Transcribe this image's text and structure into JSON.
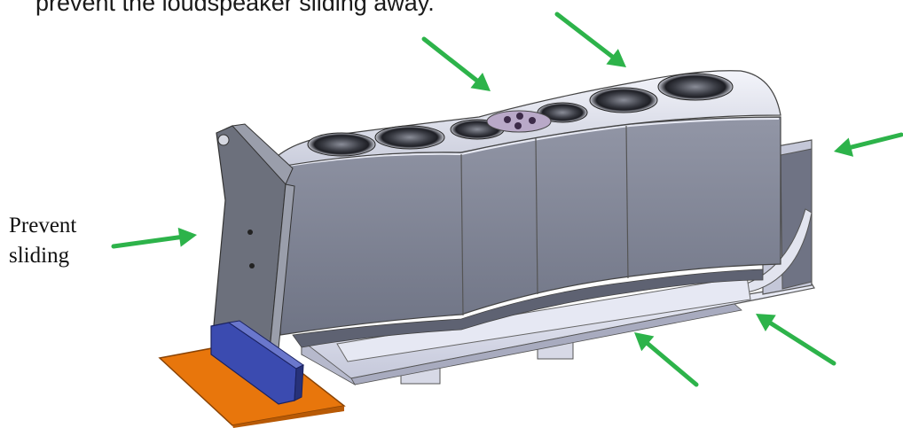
{
  "caption_fragment": "prevent the loudspeaker sliding away.",
  "side_label": {
    "line1": "Prevent",
    "line2": "sliding"
  },
  "colors": {
    "arrow": "#2db34a",
    "base_plate": "#e8760c",
    "clamp": "#3b4bb0",
    "speaker_grey": "#7e8394",
    "tray": "#dde0f0",
    "bracket": "#6c707c"
  },
  "icons": [
    "arrow-icon"
  ],
  "arrow_count": 7
}
